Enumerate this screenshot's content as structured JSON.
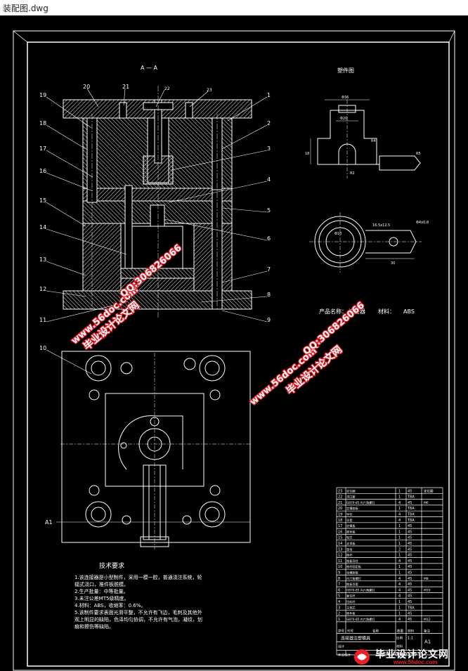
{
  "window": {
    "title": "装配图.dwg"
  },
  "section_label": "A — A",
  "part_view_title": "塑件图",
  "callouts": [
    "1",
    "2",
    "3",
    "4",
    "5",
    "6",
    "7",
    "8",
    "9",
    "10",
    "11",
    "12",
    "13",
    "14",
    "15",
    "16",
    "17",
    "18",
    "19",
    "20",
    "21",
    "22",
    "23"
  ],
  "part_dimensions": {
    "top_width": "Φ36",
    "inner_width": "Φ20",
    "height": "18",
    "side": "R4",
    "radius": "R5",
    "r_small": "R2",
    "hole": "16.5x12.5",
    "hole_right": "Φ4x0.8",
    "length": "30",
    "dia": "Φ10"
  },
  "product": {
    "name_label": "产品名称：",
    "name_value": "连接器",
    "material_label": "材料：",
    "material_value": "ABS"
  },
  "section_marker": "A1",
  "tech_req": {
    "title": "技术要求",
    "lines": [
      "1.该连接器是小型制件，采用一模一腔，普通浇注系统，轮",
      "辐式浇口，推件板脱模。",
      "2.生产批量：中等批量。",
      "3.未注公差MT5级精度。",
      "4.材料：ABS，收缩率：0.6%。",
      "5.该制件要求表面光滑平整，不允许有飞边，毛刺及其他外",
      "观上明显的缺陷，色泽均匀协调，不允许有气泡，凝纹，划",
      "痕和擦伤等缺陷。"
    ]
  },
  "bom": {
    "rows": [
      [
        "23",
        "定位圈",
        "1",
        "45",
        "定位圈"
      ],
      [
        "22",
        "浇口套",
        "1",
        "T8A",
        ""
      ],
      [
        "21",
        "GB70-85 内六角螺钉",
        "4",
        "45",
        "M6"
      ],
      [
        "20",
        "定模座板",
        "1",
        "T8A",
        ""
      ],
      [
        "19",
        "导柱",
        "4",
        "T8A",
        ""
      ],
      [
        "18",
        "导套",
        "4",
        "T8A",
        ""
      ],
      [
        "17",
        "定模板",
        "1",
        "45",
        ""
      ],
      [
        "16",
        "推件板",
        "1",
        "45",
        ""
      ],
      [
        "15",
        "型芯",
        "1",
        "45",
        ""
      ],
      [
        "14",
        "支承板",
        "1",
        "45",
        ""
      ],
      [
        "13",
        "垫块",
        "2",
        "45",
        ""
      ],
      [
        "12",
        "推杆",
        "1",
        "45",
        ""
      ],
      [
        "11",
        "推板导柱",
        "4",
        "45",
        ""
      ],
      [
        "10",
        "推杆固定板",
        "1",
        "45",
        ""
      ],
      [
        "9",
        "动模座板",
        "1",
        "45",
        ""
      ],
      [
        "8",
        "内六角螺钉",
        "4",
        "45",
        "M8"
      ],
      [
        "7",
        "推板导套",
        "4",
        "45",
        ""
      ],
      [
        "6",
        "GB70-85 内六角螺钉",
        "4",
        "45",
        "M10"
      ],
      [
        "5",
        "复位杆",
        "4",
        "45",
        ""
      ],
      [
        "4",
        "拉料杆",
        "1",
        "45",
        ""
      ],
      [
        "3",
        "主型芯",
        "1",
        "T8A",
        ""
      ],
      [
        "2",
        "推件板",
        "1",
        "45",
        ""
      ],
      [
        "1",
        "GB70-85 内六角螺钉",
        "4",
        "45",
        "M12"
      ]
    ],
    "header": [
      "序号",
      "代号",
      "名称",
      "数量",
      "材料",
      "备注"
    ],
    "drawing_name": "连接器注塑模具",
    "scale_label": "比例",
    "scale_value": "1:1",
    "sheet_size": "A1",
    "material_label": "材料",
    "designer_label": "设计",
    "school": "毕业设计",
    "code": "MJ041-0412139"
  },
  "watermarks": {
    "site": "www.56doc.com",
    "qq": "QQ:306826066",
    "brand": "毕业设计论文网"
  },
  "logo": {
    "text": "毕业设计论文网",
    "url": "www.56doc.com"
  },
  "colors": {
    "background": "#000000",
    "lines": "#ffffff",
    "watermark": "#e8202a",
    "hatch": "#bbbbbb"
  }
}
